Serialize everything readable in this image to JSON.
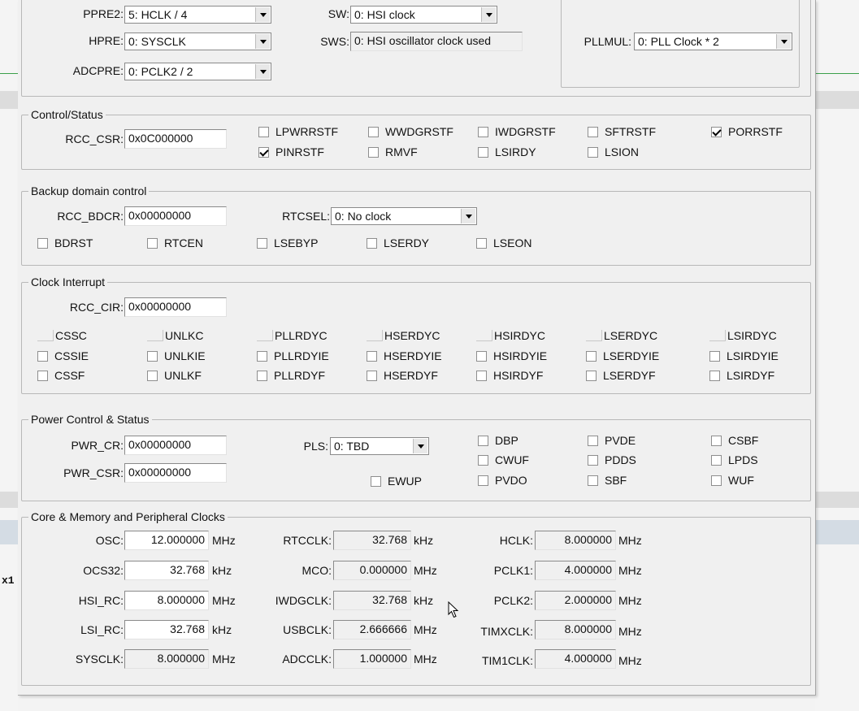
{
  "clock_config": {
    "ppre2": {
      "label": "PPRE2:",
      "value": "5: HCLK / 4"
    },
    "hpre": {
      "label": "HPRE:",
      "value": "0: SYSCLK"
    },
    "adcpre": {
      "label": "ADCPRE:",
      "value": "0: PCLK2 / 2"
    },
    "sw": {
      "label": "SW:",
      "value": "0: HSI clock"
    },
    "sws": {
      "label": "SWS:",
      "value": "0: HSI oscillator clock used"
    },
    "pllmul": {
      "label": "PLLMUL:",
      "value": "0: PLL Clock * 2"
    }
  },
  "control_status": {
    "legend": "Control/Status",
    "reg_label": "RCC_CSR:",
    "reg_value": "0x0C000000",
    "flags": [
      {
        "label": "LPWRRSTF",
        "checked": false
      },
      {
        "label": "WWDGRSTF",
        "checked": false
      },
      {
        "label": "IWDGRSTF",
        "checked": false
      },
      {
        "label": "SFTRSTF",
        "checked": false
      },
      {
        "label": "PORRSTF",
        "checked": true
      },
      {
        "label": "PINRSTF",
        "checked": true
      },
      {
        "label": "RMVF",
        "checked": false
      },
      {
        "label": "LSIRDY",
        "checked": false
      },
      {
        "label": "LSION",
        "checked": false
      }
    ]
  },
  "backup": {
    "legend": "Backup domain control",
    "reg_label": "RCC_BDCR:",
    "reg_value": "0x00000000",
    "rtcsel_label": "RTCSEL:",
    "rtcsel_value": "0: No clock",
    "flags": [
      {
        "label": "BDRST",
        "checked": false
      },
      {
        "label": "RTCEN",
        "checked": false
      },
      {
        "label": "LSEBYP",
        "checked": false
      },
      {
        "label": "LSERDY",
        "checked": false
      },
      {
        "label": "LSEON",
        "checked": false
      }
    ]
  },
  "clock_interrupt": {
    "legend": "Clock Interrupt",
    "reg_label": "RCC_CIR:",
    "reg_value": "0x00000000",
    "row1": [
      "CSSC",
      "UNLKC",
      "PLLRDYC",
      "HSERDYC",
      "HSIRDYC",
      "LSERDYC",
      "LSIRDYC"
    ],
    "row2": [
      "CSSIE",
      "UNLKIE",
      "PLLRDYIE",
      "HSERDYIE",
      "HSIRDYIE",
      "LSERDYIE",
      "LSIRDYIE"
    ],
    "row3": [
      "CSSF",
      "UNLKF",
      "PLLRDYF",
      "HSERDYF",
      "HSIRDYF",
      "LSERDYF",
      "LSIRDYF"
    ]
  },
  "power": {
    "legend": "Power Control & Status",
    "cr_label": "PWR_CR:",
    "cr_value": "0x00000000",
    "csr_label": "PWR_CSR:",
    "csr_value": "0x00000000",
    "pls_label": "PLS:",
    "pls_value": "0: TBD",
    "flags": {
      "ewup": "EWUP",
      "dbp": "DBP",
      "cwuf": "CWUF",
      "pvdo": "PVDO",
      "pvde": "PVDE",
      "pdds": "PDDS",
      "sbf": "SBF",
      "csbf": "CSBF",
      "lpds": "LPDS",
      "wuf": "WUF"
    }
  },
  "clocks": {
    "legend": "Core & Memory and Peripheral Clocks",
    "osc": {
      "label": "OSC:",
      "value": "12.000000",
      "unit": "MHz"
    },
    "ocs32": {
      "label": "OCS32:",
      "value": "32.768",
      "unit": "kHz"
    },
    "hsi_rc": {
      "label": "HSI_RC:",
      "value": "8.000000",
      "unit": "MHz"
    },
    "lsi_rc": {
      "label": "LSI_RC:",
      "value": "32.768",
      "unit": "kHz"
    },
    "sysclk": {
      "label": "SYSCLK:",
      "value": "8.000000",
      "unit": "MHz"
    },
    "rtcclk": {
      "label": "RTCCLK:",
      "value": "32.768",
      "unit": "kHz"
    },
    "mco": {
      "label": "MCO:",
      "value": "0.000000",
      "unit": "MHz"
    },
    "iwdgclk": {
      "label": "IWDGCLK:",
      "value": "32.768",
      "unit": "kHz"
    },
    "usbclk": {
      "label": "USBCLK:",
      "value": "2.666666",
      "unit": "MHz"
    },
    "adcclk": {
      "label": "ADCCLK:",
      "value": "1.000000",
      "unit": "MHz"
    },
    "hclk": {
      "label": "HCLK:",
      "value": "8.000000",
      "unit": "MHz"
    },
    "pclk1": {
      "label": "PCLK1:",
      "value": "4.000000",
      "unit": "MHz"
    },
    "pclk2": {
      "label": "PCLK2:",
      "value": "2.000000",
      "unit": "MHz"
    },
    "timxclk": {
      "label": "TIMXCLK:",
      "value": "8.000000",
      "unit": "MHz"
    },
    "tim1clk": {
      "label": "TIM1CLK:",
      "value": "4.000000",
      "unit": "MHz"
    }
  },
  "background": {
    "side_text": "x1",
    "colors": {
      "green_line": "#3aa04a",
      "panel_bg": "#f0f0f0"
    }
  }
}
